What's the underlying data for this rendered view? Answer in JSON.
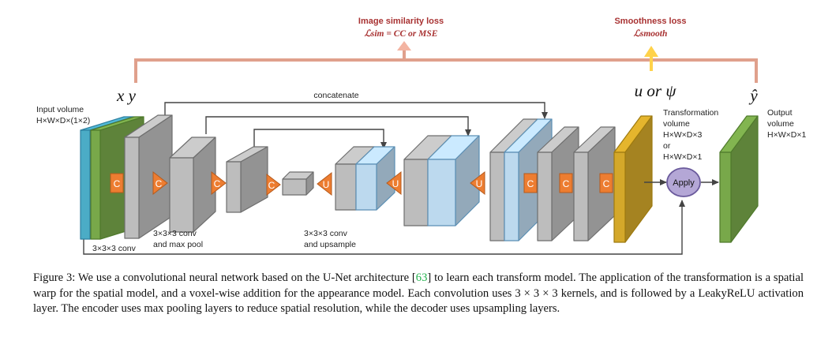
{
  "losses": {
    "similarity_title": "Image similarity loss",
    "similarity_formula": "ℒsim = CC or MSE",
    "smoothness_title": "Smoothness loss",
    "smoothness_formula": "ℒsmooth"
  },
  "variables": {
    "input_pair": "x y",
    "transform": "u or ψ",
    "output": "ŷ"
  },
  "labels": {
    "input_volume_1": "Input volume",
    "input_volume_2": "H×W×D×(1×2)",
    "transformation_1": "Transformation",
    "transformation_2": "volume",
    "transformation_3": "H×W×D×3",
    "transformation_4": "or",
    "transformation_5": "H×W×D×1",
    "output_volume_1": "Output",
    "output_volume_2": "volume",
    "output_volume_3": "H×W×D×1",
    "concatenate": "concatenate",
    "conv_label": "3×3×3 conv",
    "pool_label_1": "3×3×3 conv",
    "pool_label_2": "and max pool",
    "upsample_label_1": "3×3×3 conv",
    "upsample_label_2": "and upsample",
    "apply": "Apply",
    "op_c": "C",
    "op_u": "U"
  },
  "caption": {
    "text_before_ref": "Figure 3: We use a convolutional neural network based on the U-Net architecture [",
    "ref": "63",
    "text_after_ref": "] to learn each transform model. The application of the transformation is a spatial warp for the spatial model, and a voxel-wise addition for the appearance model. Each convolution uses 3 × 3 × 3 kernels, and is followed by a LeakyReLU activation layer. The encoder uses max pooling layers to reduce spatial resolution, while the decoder uses upsampling layers."
  },
  "colors": {
    "loss_bracket": "#e0a08c",
    "loss_arrow": "#f3b4a2",
    "smooth_arrow": "#ffd24a",
    "block_gray": "#bdbdbd",
    "block_blue": "#bcd9ee",
    "block_green": "#78a84a",
    "block_teal": "#4bacc6",
    "block_gold": "#d4a82a",
    "op_orange": "#ed7d31",
    "apply_fill": "#b4a7d6"
  }
}
